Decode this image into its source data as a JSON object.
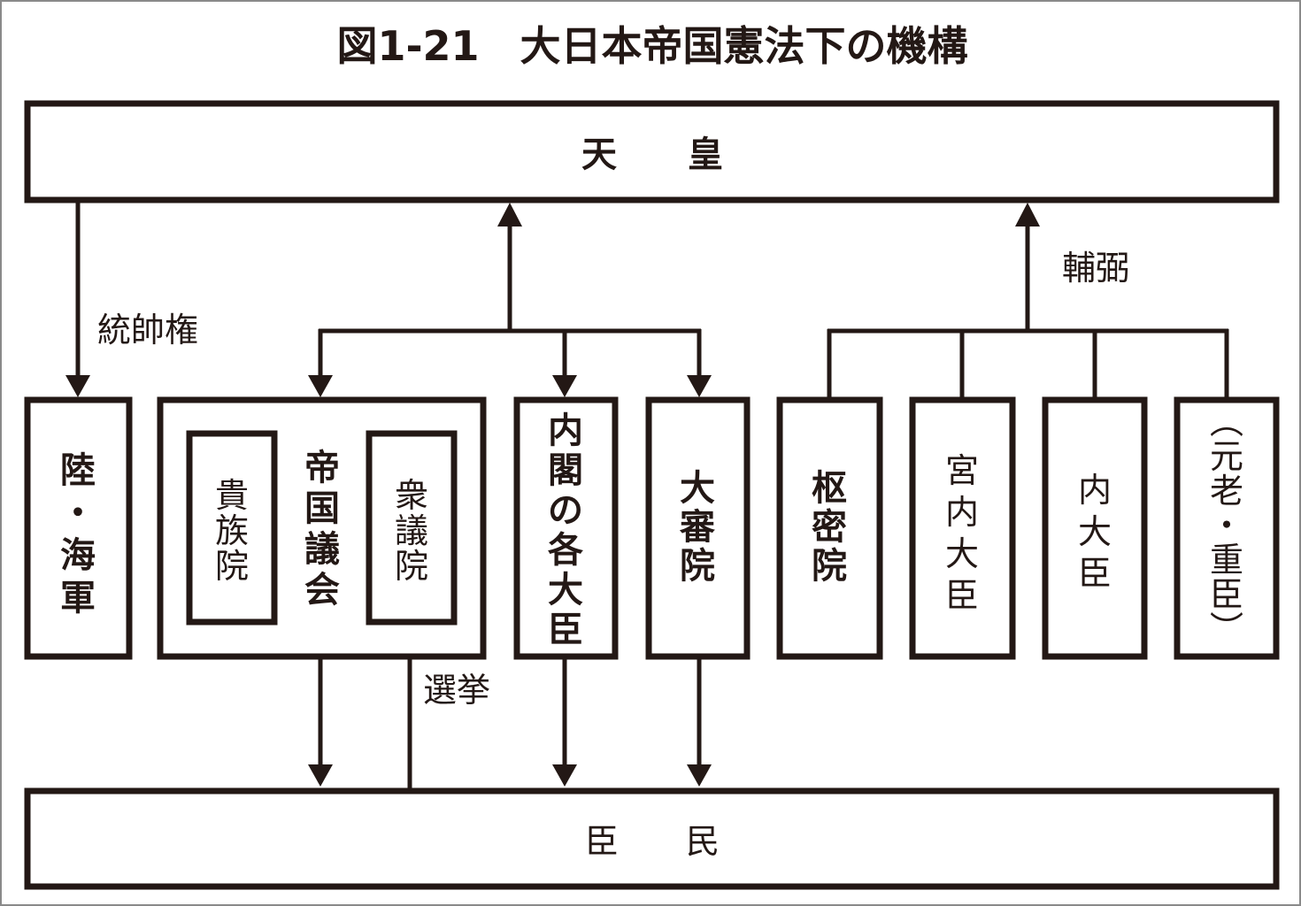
{
  "title": "図1-21　大日本帝国憲法下の機構",
  "colors": {
    "ink": "#231815",
    "background": "#ffffff",
    "frame": "#8a8a8a"
  },
  "nodes": {
    "emperor": {
      "label": "天　　皇"
    },
    "subjects": {
      "label": "臣　　民"
    },
    "army_navy": {
      "label_chars": [
        "陸",
        "・",
        "海",
        "軍"
      ]
    },
    "imperial_diet": {
      "label_chars": [
        "帝",
        "国",
        "議",
        "会"
      ],
      "house_of_peers": {
        "label_chars": [
          "貴",
          "族",
          "院"
        ]
      },
      "house_of_representatives": {
        "label_chars": [
          "衆",
          "議",
          "院"
        ]
      }
    },
    "cabinet_ministers": {
      "label_chars": [
        "内",
        "閣",
        "の",
        "各",
        "大",
        "臣"
      ]
    },
    "supreme_court": {
      "label_chars": [
        "大",
        "審",
        "院"
      ]
    },
    "privy_council": {
      "label_chars": [
        "枢",
        "密",
        "院"
      ]
    },
    "imperial_household_minister": {
      "label_chars": [
        "宮",
        "内",
        "大",
        "臣"
      ]
    },
    "lord_keeper_privy_seal": {
      "label_chars": [
        "内",
        "大",
        "臣"
      ]
    },
    "genro_jushin": {
      "label_chars": [
        "︵",
        "元",
        "老",
        "・",
        "重",
        "臣",
        "︶"
      ]
    }
  },
  "edges": {
    "supreme_command": {
      "label": "統帥権",
      "from": "天皇",
      "to": "陸・海軍"
    },
    "advice": {
      "label": "輔弼",
      "from": [
        "枢密院",
        "宮内大臣",
        "内大臣",
        "元老・重臣"
      ],
      "to": "天皇"
    },
    "election": {
      "label": "選挙",
      "from": "臣民",
      "to": "衆議院"
    },
    "state_organs_up": {
      "from": [
        "帝国議会",
        "内閣の各大臣",
        "大審院"
      ],
      "to": "天皇"
    },
    "state_organs_down": {
      "from": [
        "帝国議会",
        "内閣の各大臣",
        "大審院"
      ],
      "to": "臣民"
    }
  }
}
